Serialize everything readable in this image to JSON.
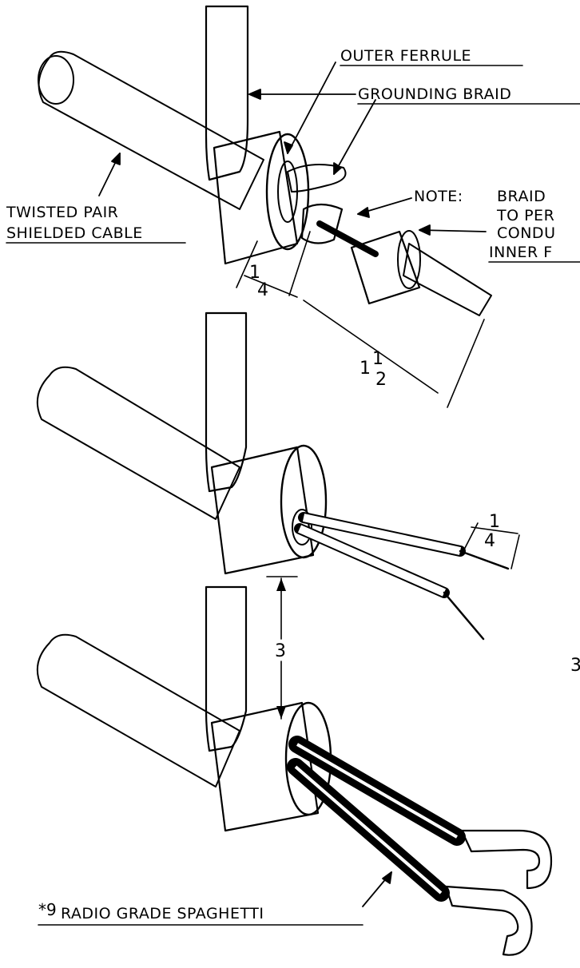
{
  "labels": {
    "outer_ferrule": "OUTER FERRULE",
    "grounding_braid": "GROUNDING BRAID",
    "twisted_pair_line1": "TWISTED PAIR",
    "twisted_pair_line2": "SHIELDED CABLE",
    "note_label": "NOTE:",
    "note_line1": "BRAID",
    "note_line2": "TO PER",
    "note_line3": "CONDU",
    "inner_ferrule": "INNER F",
    "spaghetti_prefix": "*9",
    "spaghetti": "RADIO GRADE SPAGHETTI",
    "edge_mark": "3"
  },
  "dimensions": {
    "braid_offset_num": "1",
    "braid_offset_den": "4",
    "strip_length_whole": "1",
    "strip_length_num": "1",
    "strip_length_den": "2",
    "insulation_strip_num": "1",
    "insulation_strip_den": "4",
    "fig_spacing": "3"
  }
}
